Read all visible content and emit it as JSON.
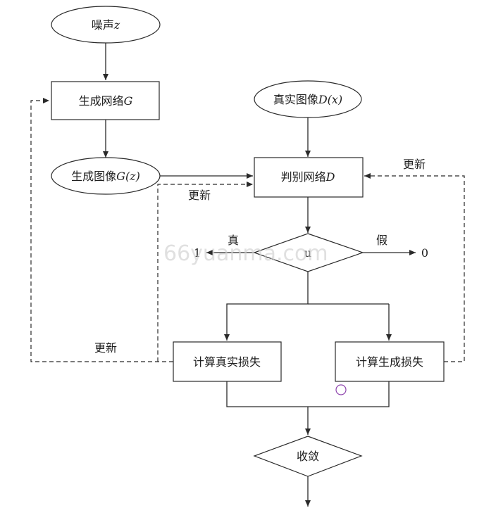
{
  "nodes": {
    "noise": {
      "text": "噪声",
      "var": "z"
    },
    "generator": {
      "text": "生成网络",
      "var": "G"
    },
    "real_image": {
      "text": "真实图像",
      "var": "D(x)"
    },
    "generated_image": {
      "text": "生成图像",
      "var": "G(z)"
    },
    "discriminator": {
      "text": "判别网络",
      "var": "D"
    },
    "decision": {
      "text": "u"
    },
    "real_loss": {
      "text": "计算真实损失"
    },
    "fake_loss": {
      "text": "计算生成损失"
    },
    "converge": {
      "text": "收敛"
    }
  },
  "edge_labels": {
    "update_left": "更新",
    "update_mid": "更新",
    "update_right": "更新",
    "true_branch": "真",
    "false_branch": "假",
    "output_true": "1",
    "output_false": "0"
  },
  "watermark": "66yuanma.com"
}
